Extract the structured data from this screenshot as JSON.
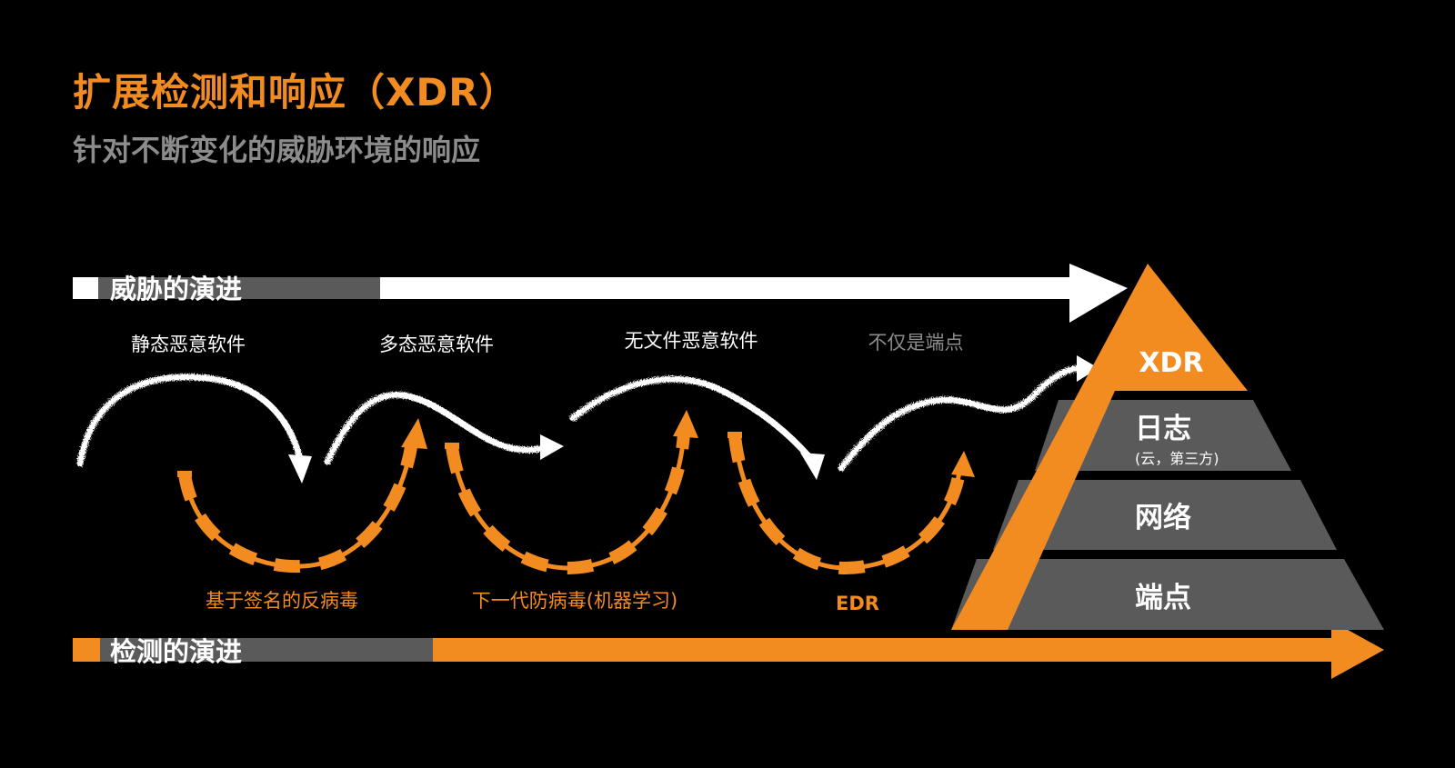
{
  "title": "扩展检测和响应（XDR）",
  "subtitle": "针对不断变化的威胁环境的响应",
  "threat_evolution": {
    "label": "威胁的演进",
    "stages": [
      "静态恶意软件",
      "多态恶意软件",
      "无文件恶意软件",
      "不仅是端点"
    ]
  },
  "detection_evolution": {
    "label": "检测的演进",
    "stages": [
      "基于签名的反病毒",
      "下一代防病毒(机器学习)",
      "EDR"
    ]
  },
  "pyramid": {
    "apex": "XDR",
    "layers": [
      {
        "label": "日志",
        "sublabel": "(云，第三方)"
      },
      {
        "label": "网络",
        "sublabel": ""
      },
      {
        "label": "端点",
        "sublabel": ""
      }
    ]
  },
  "colors": {
    "accent": "#f28b20",
    "gray": "#5a5a5a",
    "light_gray": "#8c8c8c",
    "white": "#ffffff",
    "background": "#000000"
  }
}
